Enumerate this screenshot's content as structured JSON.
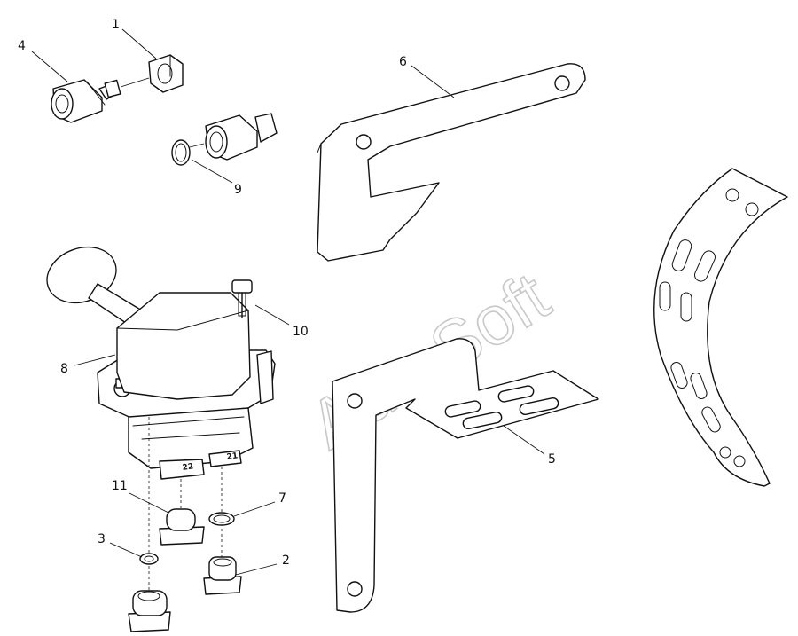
{
  "watermark": "AutoSoft",
  "callouts": [
    "1",
    "2",
    "3",
    "4",
    "5",
    "6",
    "7",
    "8",
    "9",
    "10",
    "11"
  ],
  "port_marks": [
    "22",
    "21"
  ]
}
